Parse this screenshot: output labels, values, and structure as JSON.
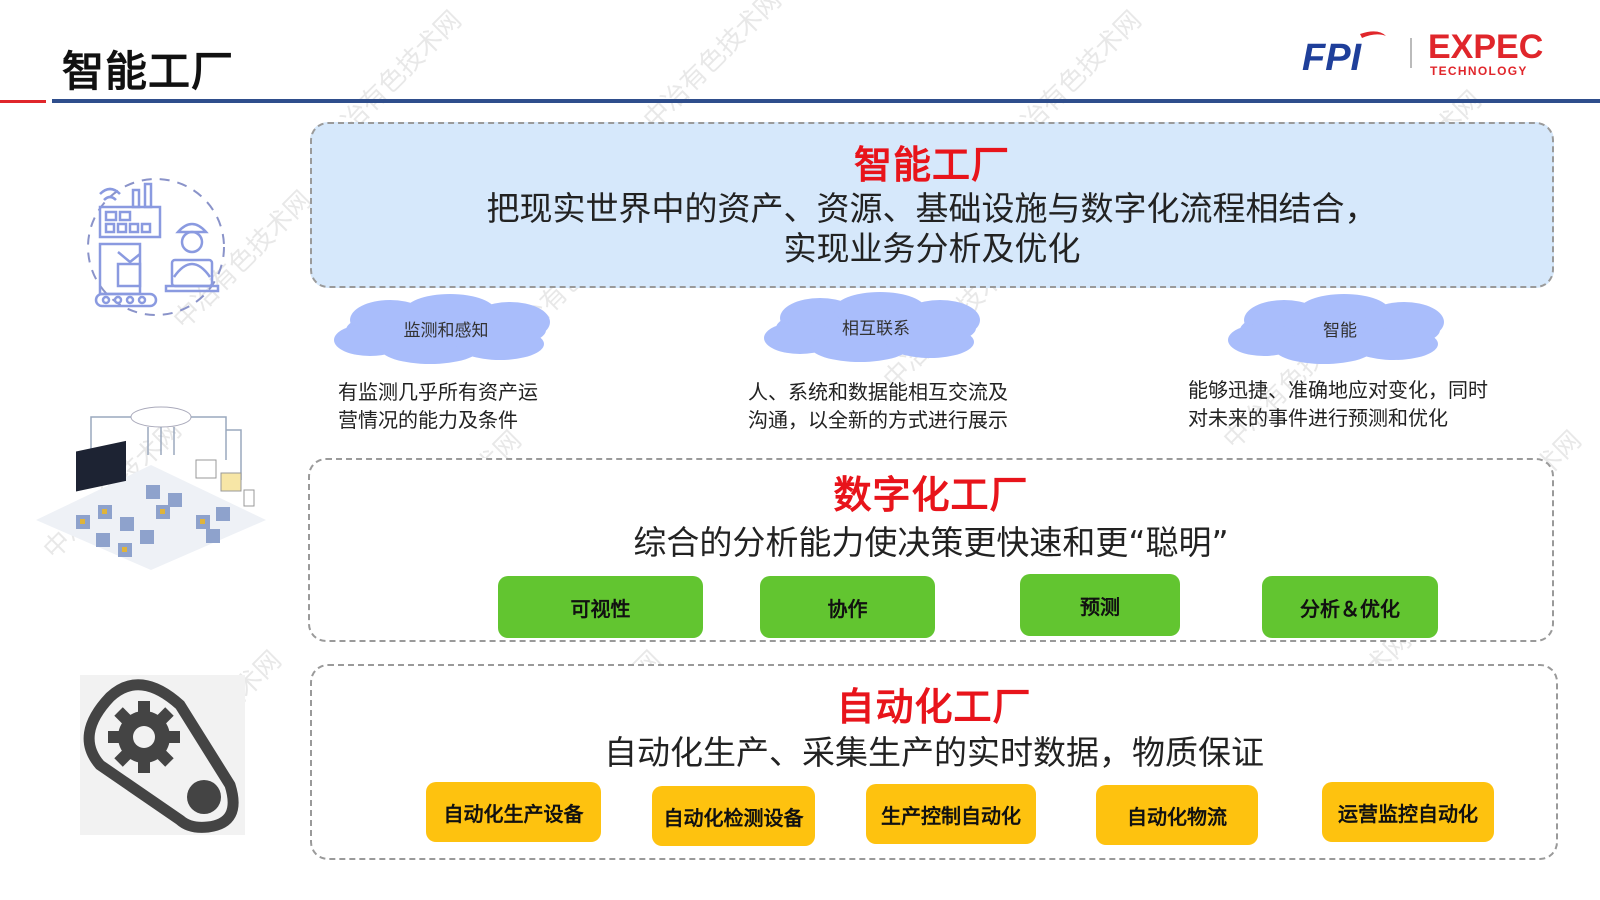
{
  "header": {
    "title": "智能工厂",
    "logo_left": "FPI",
    "logo_right_main": "EXPEC",
    "logo_right_sub": "TECHNOLOGY"
  },
  "colors": {
    "accent_red": "#e8141b",
    "rule_blue": "#2f4e8c",
    "smart_bg": "#d6e8fb",
    "cloud": "#a9bdfb",
    "green_chip": "#62c530",
    "yellow_chip": "#fec20f"
  },
  "smart_factory": {
    "title": "智能工厂",
    "desc_line1": "把现实世界中的资产、资源、基础设施与数字化流程相结合，",
    "desc_line2": "实现业务分析及优化",
    "pillars": [
      {
        "label": "监测和感知",
        "desc_line1": "有监测几乎所有资产运",
        "desc_line2": "营情况的能力及条件"
      },
      {
        "label": "相互联系",
        "desc_line1": "人、系统和数据能相互交流及",
        "desc_line2": "沟通，以全新的方式进行展示"
      },
      {
        "label": "智能",
        "desc_line1": "能够迅捷、准确地应对变化，同时",
        "desc_line2": "对未来的事件进行预测和优化"
      }
    ]
  },
  "digital_factory": {
    "title": "数字化工厂",
    "desc": "综合的分析能力使决策更快速和更“聪明”",
    "chips": [
      "可视性",
      "协作",
      "预测",
      "分析＆优化"
    ]
  },
  "automation_factory": {
    "title": "自动化工厂",
    "desc": "自动化生产、采集生产的实时数据，物质保证",
    "chips": [
      "自动化生产设备",
      "自动化检测设备",
      "生产控制自动化",
      "自动化物流",
      "运营监控自动化"
    ]
  },
  "watermark": "中冶有色技术网",
  "icons": {
    "smart": "factory-worker-icon",
    "digital": "digital-workshop-illustration",
    "auto": "gear-belt-icon"
  }
}
